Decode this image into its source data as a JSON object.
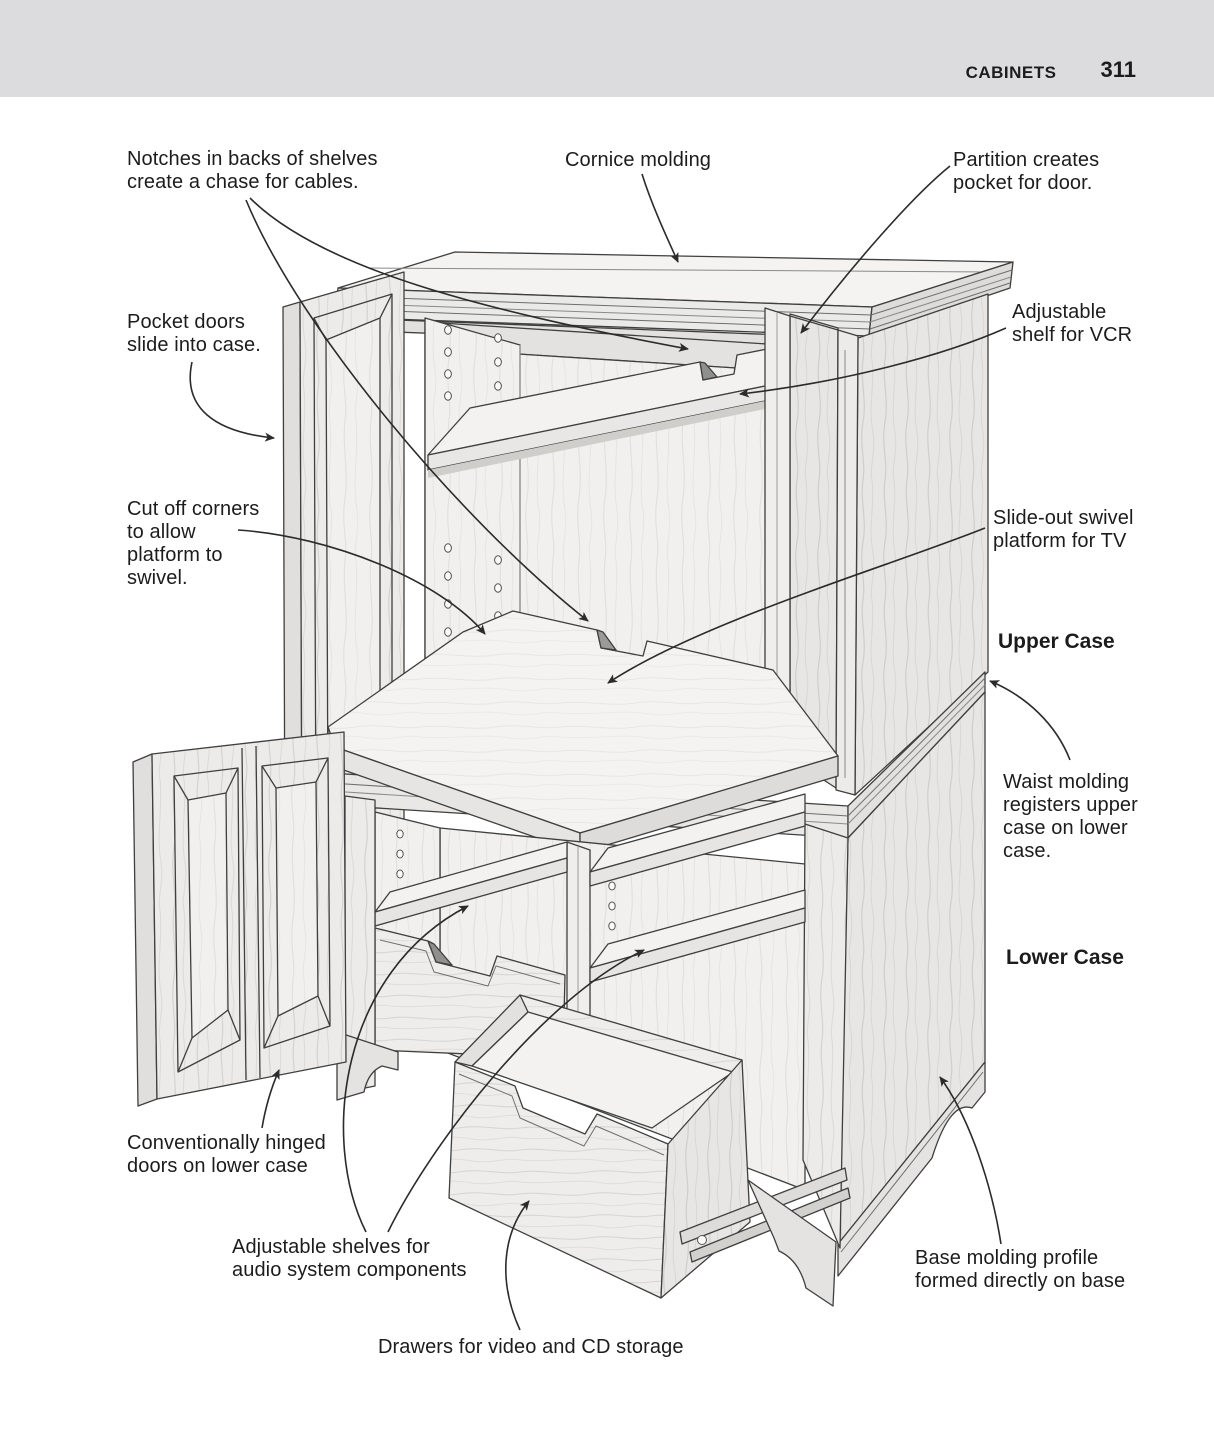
{
  "header": {
    "section_title": "CABINETS",
    "page_number": "311"
  },
  "colors": {
    "band": "#dcdcde",
    "text": "#1c1c1c",
    "line": "#2b2b2b",
    "bg": "#ffffff"
  },
  "labels": {
    "notches": {
      "lines": [
        "Notches in backs of shelves",
        "create a chase for cables."
      ]
    },
    "cornice": {
      "lines": [
        "Cornice molding"
      ]
    },
    "partition": {
      "lines": [
        "Partition creates",
        "pocket for door."
      ]
    },
    "pocket_doors": {
      "lines": [
        "Pocket doors",
        "slide into case."
      ]
    },
    "adjustable_vcr": {
      "lines": [
        "Adjustable",
        "shelf for VCR"
      ]
    },
    "cut_off_corners": {
      "lines": [
        "Cut off corners",
        "to allow",
        "platform to",
        "swivel."
      ]
    },
    "slide_out_platform": {
      "lines": [
        "Slide-out swivel",
        "platform for TV"
      ]
    },
    "upper_case": {
      "lines": [
        "Upper Case"
      ]
    },
    "waist_molding": {
      "lines": [
        "Waist molding",
        "registers upper",
        "case on lower",
        "case."
      ]
    },
    "lower_case": {
      "lines": [
        "Lower Case"
      ]
    },
    "hinged_doors": {
      "lines": [
        "Conventionally hinged",
        "doors on lower case"
      ]
    },
    "adjustable_audio": {
      "lines": [
        "Adjustable shelves for",
        "audio system components"
      ]
    },
    "base_molding": {
      "lines": [
        "Base molding profile",
        "formed directly on base"
      ]
    },
    "drawers": {
      "lines": [
        "Drawers for video and CD storage"
      ]
    }
  }
}
